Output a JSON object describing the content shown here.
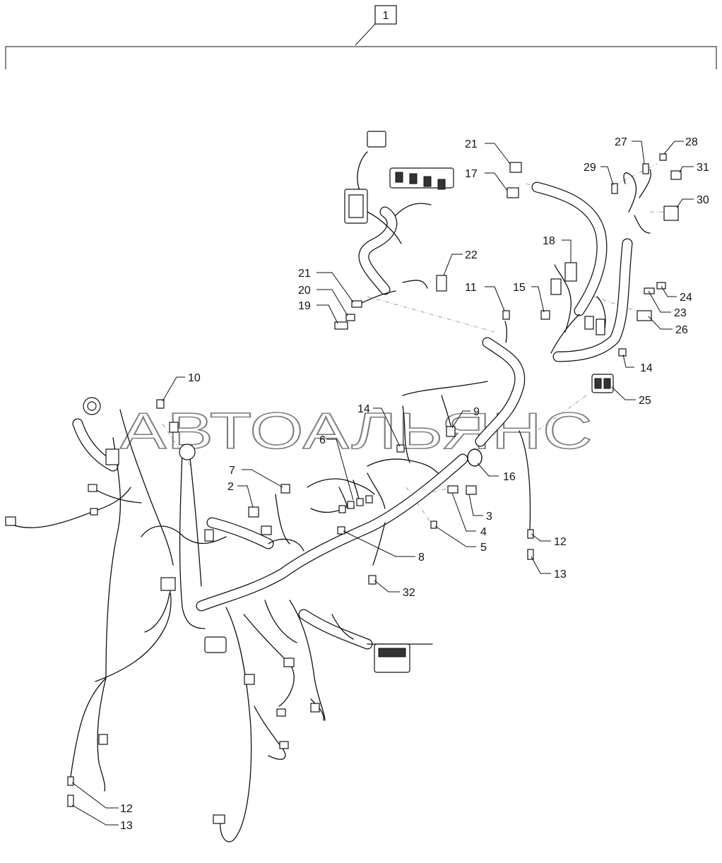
{
  "assembly": {
    "number": "1"
  },
  "watermark": "АВТОАЛЬЯНС",
  "callouts": [
    {
      "id": "c-1",
      "text": "21"
    },
    {
      "id": "c-2",
      "text": "17"
    },
    {
      "id": "c-3",
      "text": "27"
    },
    {
      "id": "c-4",
      "text": "28"
    },
    {
      "id": "c-5",
      "text": "29"
    },
    {
      "id": "c-6",
      "text": "31"
    },
    {
      "id": "c-7",
      "text": "30"
    },
    {
      "id": "c-8",
      "text": "18"
    },
    {
      "id": "c-9",
      "text": "22"
    },
    {
      "id": "c-10",
      "text": "21"
    },
    {
      "id": "c-11",
      "text": "20"
    },
    {
      "id": "c-12",
      "text": "19"
    },
    {
      "id": "c-13",
      "text": "11"
    },
    {
      "id": "c-14",
      "text": "15"
    },
    {
      "id": "c-15",
      "text": "24"
    },
    {
      "id": "c-16",
      "text": "23"
    },
    {
      "id": "c-17",
      "text": "26"
    },
    {
      "id": "c-18",
      "text": "14"
    },
    {
      "id": "c-19",
      "text": "25"
    },
    {
      "id": "c-20",
      "text": "10"
    },
    {
      "id": "c-21",
      "text": "14"
    },
    {
      "id": "c-22",
      "text": "9"
    },
    {
      "id": "c-23",
      "text": "6"
    },
    {
      "id": "c-24",
      "text": "16"
    },
    {
      "id": "c-25",
      "text": "7"
    },
    {
      "id": "c-26",
      "text": "2"
    },
    {
      "id": "c-27",
      "text": "3"
    },
    {
      "id": "c-28",
      "text": "4"
    },
    {
      "id": "c-29",
      "text": "5"
    },
    {
      "id": "c-30",
      "text": "12"
    },
    {
      "id": "c-31",
      "text": "8"
    },
    {
      "id": "c-32",
      "text": "13"
    },
    {
      "id": "c-33",
      "text": "32"
    },
    {
      "id": "c-34",
      "text": "12"
    },
    {
      "id": "c-35",
      "text": "13"
    }
  ]
}
